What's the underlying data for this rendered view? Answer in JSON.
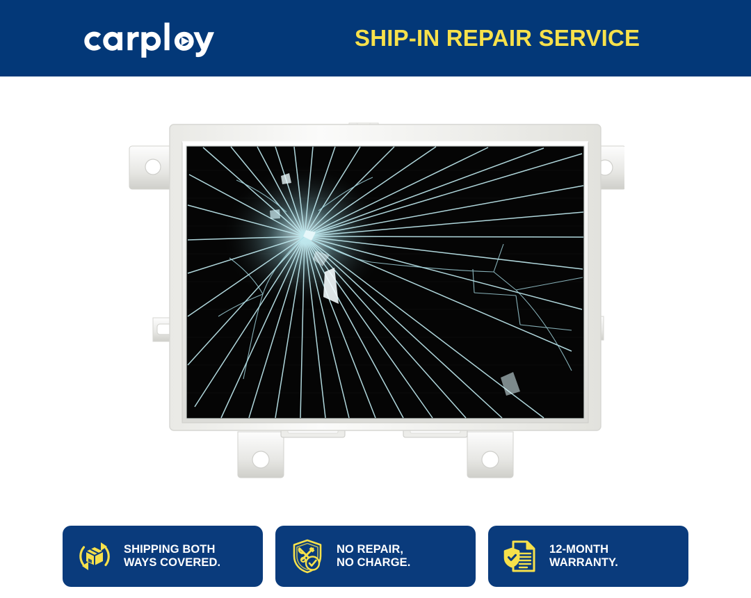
{
  "header": {
    "logo_text": "carploy",
    "logo_icon": "play-triangle-icon",
    "title": "SHIP-IN REPAIR SERVICE",
    "background_color": "#033878",
    "title_color": "#f7e14b",
    "logo_color": "#ffffff"
  },
  "product": {
    "name": "cracked-lcd-display-module",
    "description": "Automotive LCD display module with white plastic frame, metal mounting tabs and a shattered black screen",
    "frame_color": "#f2f2f2",
    "screen_color": "#050505",
    "crack_color": "#bfe9ef",
    "background_color": "#ffffff"
  },
  "badges": [
    {
      "icon": "shipping-box-arrows-icon",
      "line1": "SHIPPING BOTH",
      "line2": "WAYS COVERED.",
      "background_color": "#0a3b7c",
      "icon_color": "#f7e14b",
      "text_color": "#ffffff"
    },
    {
      "icon": "shield-tools-check-icon",
      "line1": "NO REPAIR,",
      "line2": "NO CHARGE.",
      "background_color": "#0a3b7c",
      "icon_color": "#f7e14b",
      "text_color": "#ffffff"
    },
    {
      "icon": "document-shield-check-icon",
      "line1": "12-MONTH",
      "line2": "WARRANTY.",
      "background_color": "#0a3b7c",
      "icon_color": "#f7e14b",
      "text_color": "#ffffff"
    }
  ]
}
